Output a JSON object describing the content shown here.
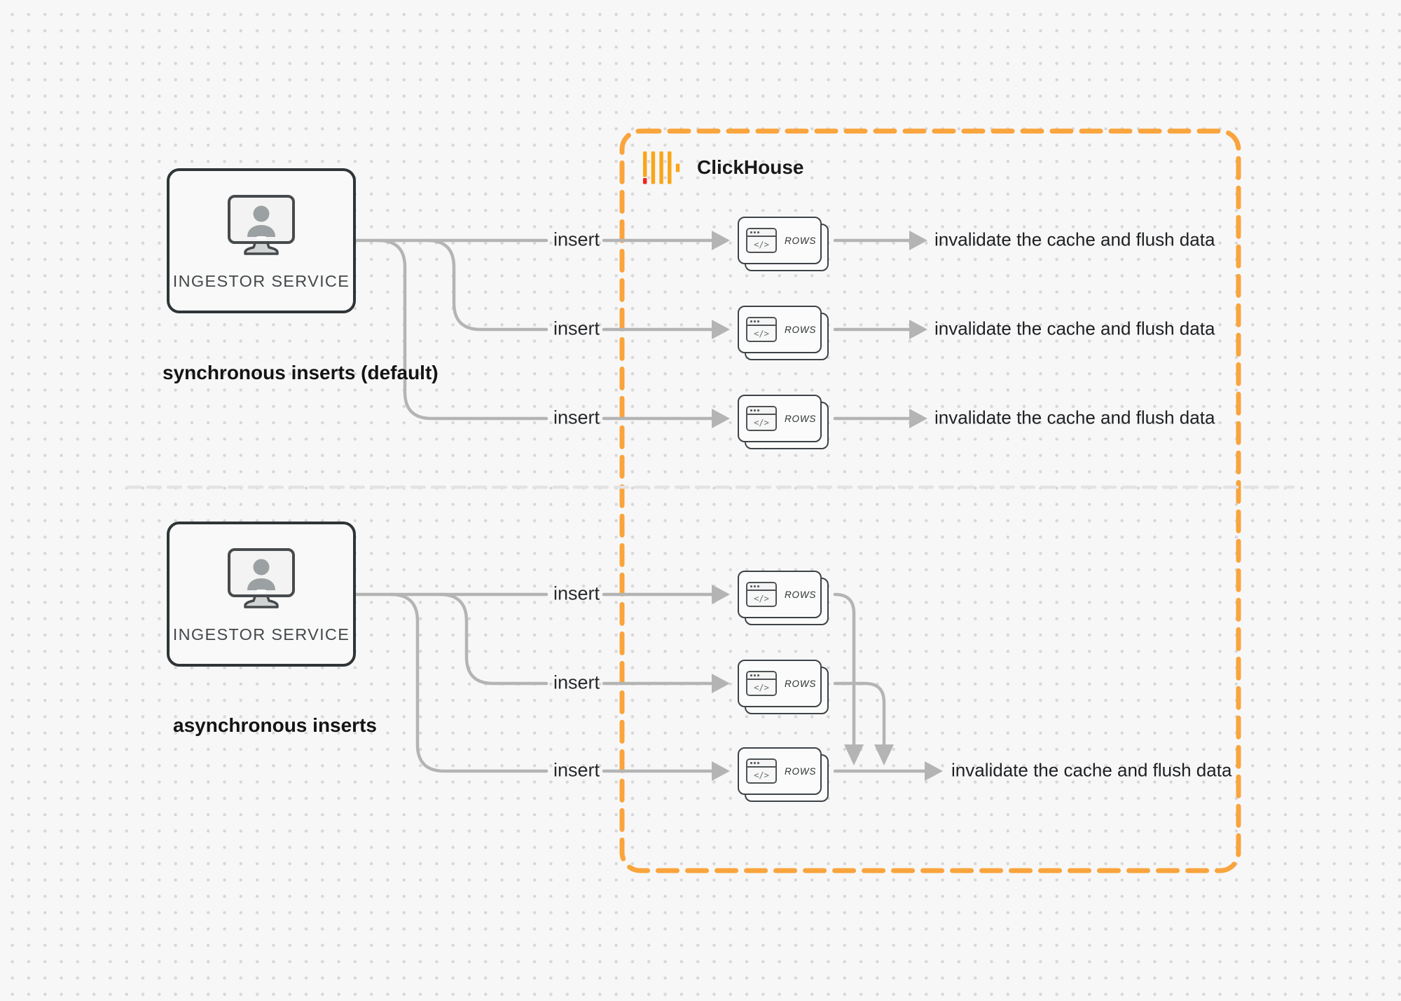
{
  "clickhouse": {
    "name": "ClickHouse"
  },
  "sync": {
    "caption": "synchronous inserts (default)",
    "service": "INGESTOR SERVICE",
    "insert_labels": [
      "insert",
      "insert",
      "insert"
    ],
    "row_batches": [
      "ROWS",
      "ROWS",
      "ROWS"
    ],
    "outcomes": [
      "invalidate the cache and flush data",
      "invalidate the cache and flush data",
      "invalidate the cache and flush data"
    ]
  },
  "async": {
    "caption": "asynchronous inserts",
    "service": "INGESTOR SERVICE",
    "insert_labels": [
      "insert",
      "insert",
      "insert"
    ],
    "row_batches": [
      "ROWS",
      "ROWS",
      "ROWS"
    ],
    "outcome": "invalidate the cache and flush data"
  },
  "icons": {
    "code_glyph": "</>"
  },
  "colors": {
    "accent_orange": "#F9A43C",
    "logo_yellow": "#FAA619",
    "logo_red": "#F5231D",
    "connector_gray": "#B4B4B4",
    "box_border": "#2F3437"
  }
}
